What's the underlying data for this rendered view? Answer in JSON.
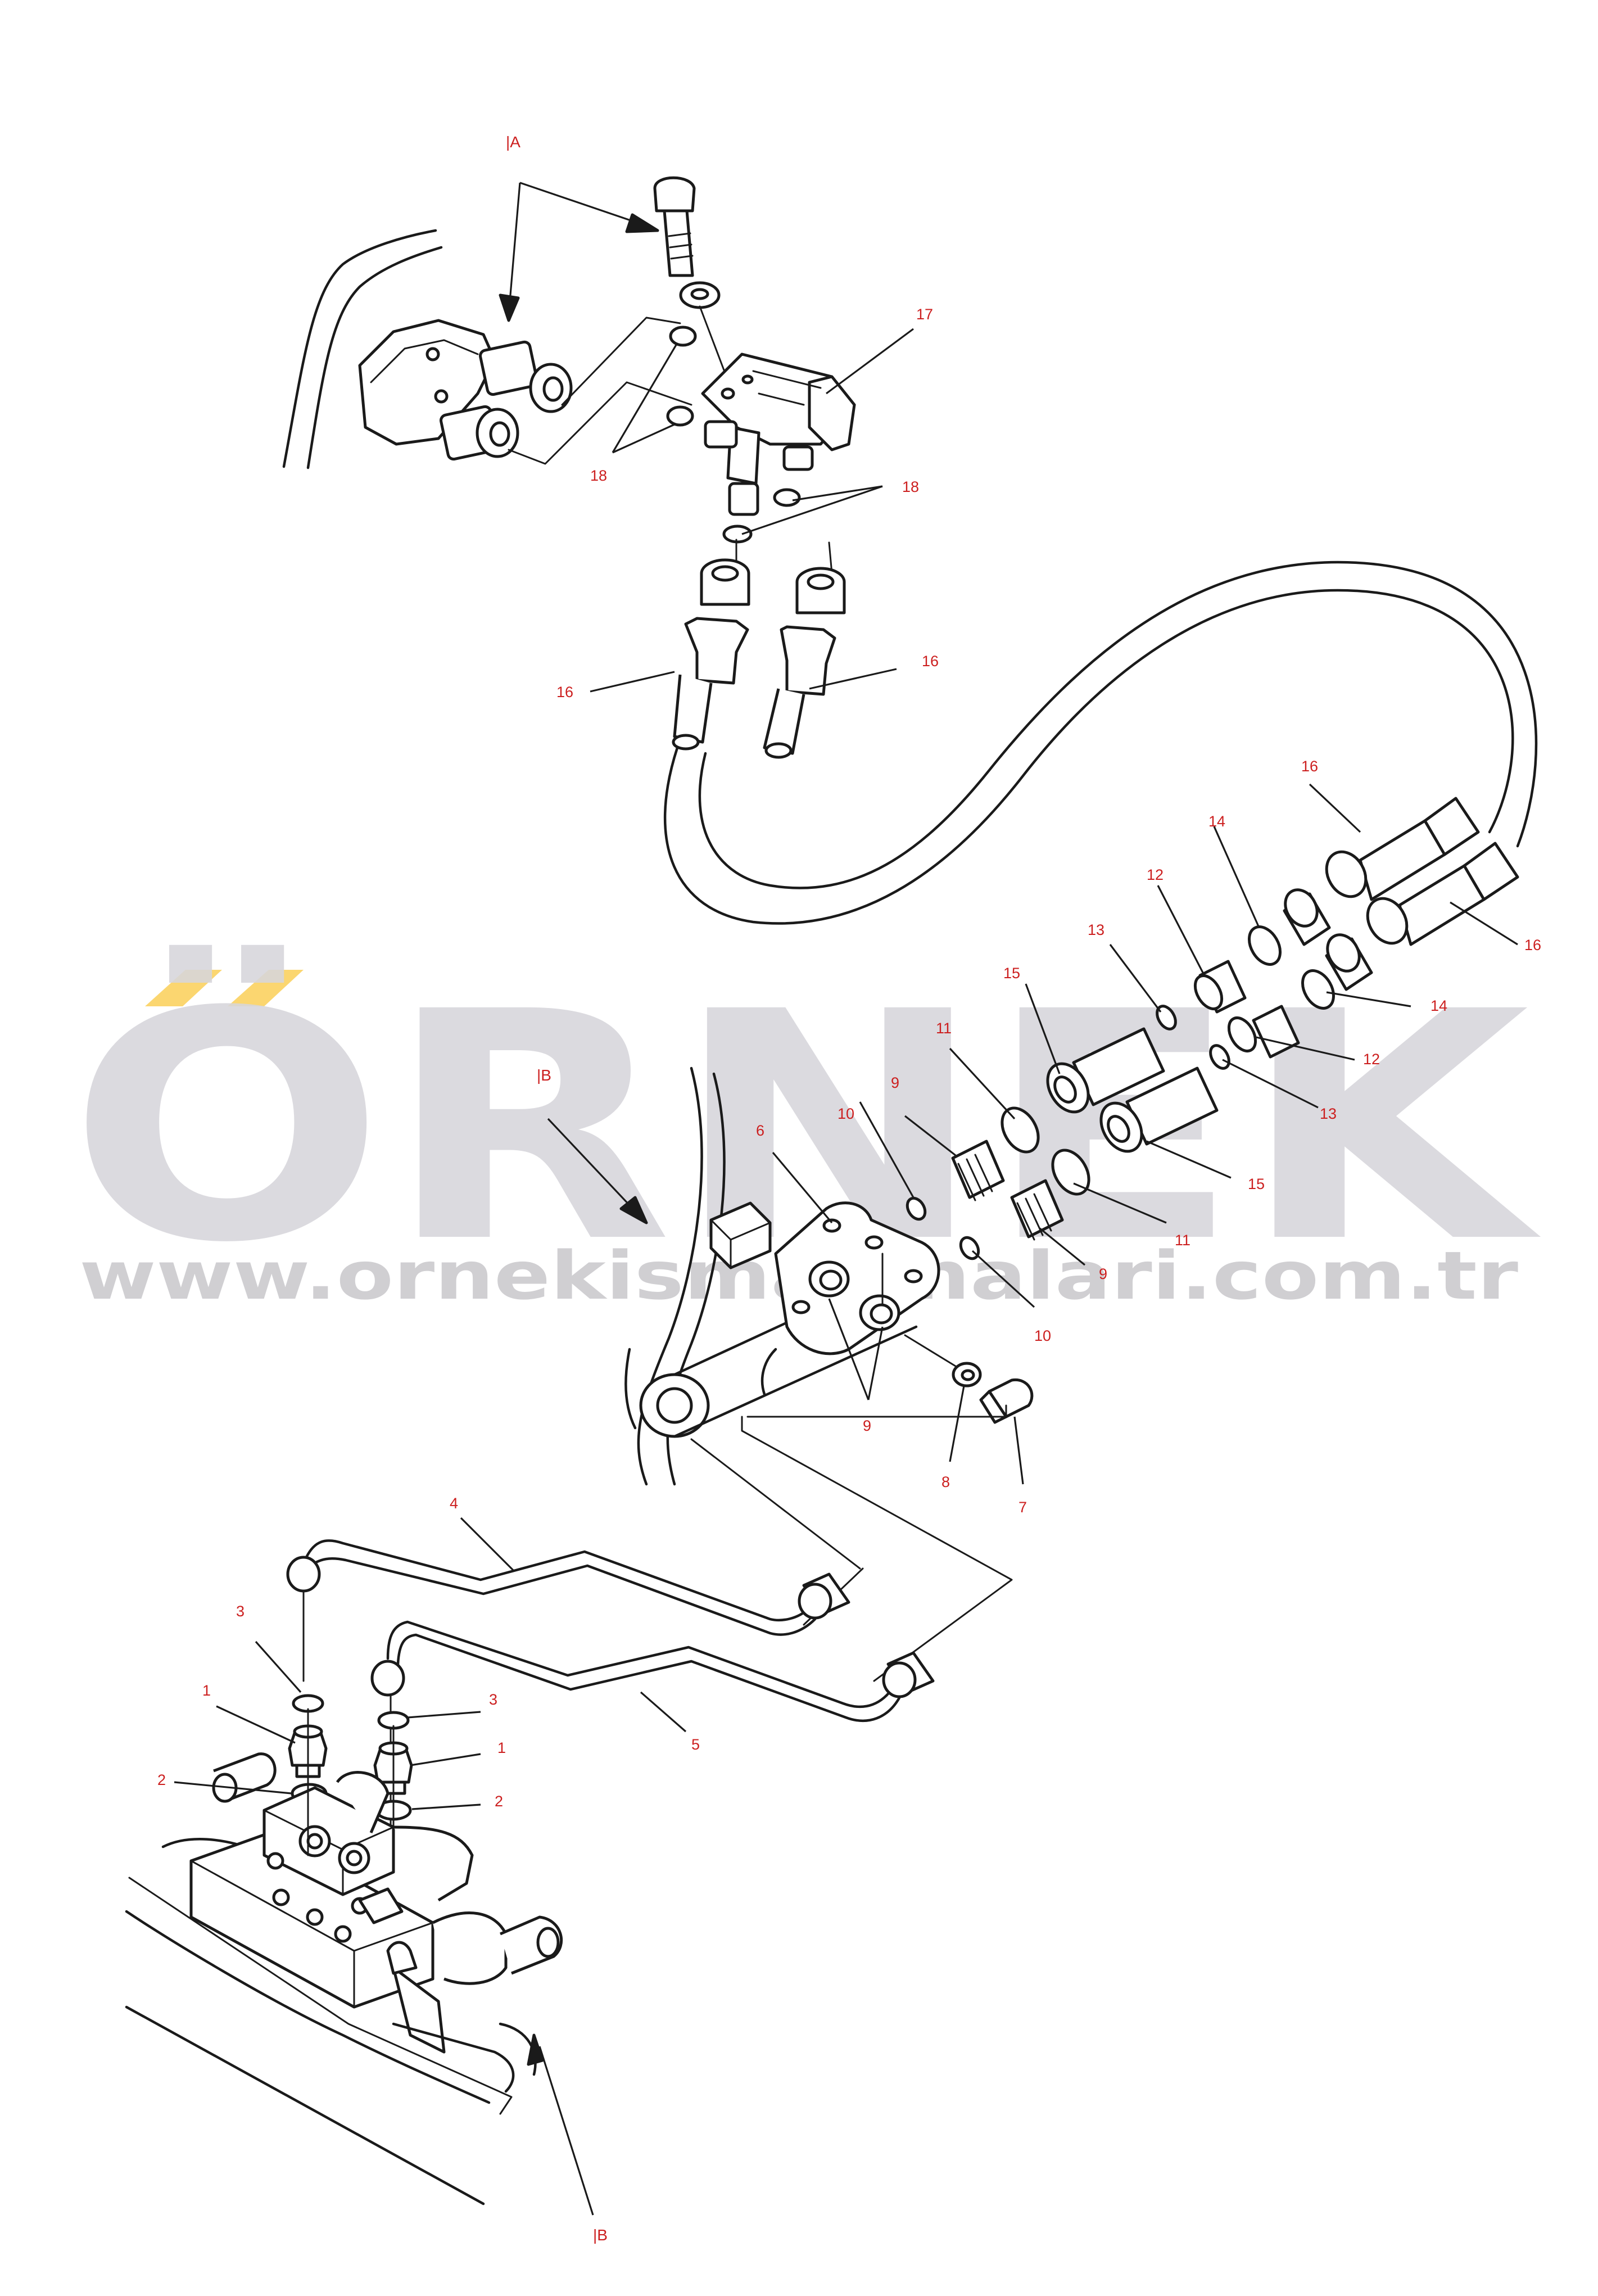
{
  "diagram": {
    "type": "exploded-parts-diagram",
    "view_refs": {
      "a_top": "|A",
      "b_middle": "|B",
      "b_bottom": "|B"
    },
    "callouts": {
      "c1_left": "1",
      "c1_right": "1",
      "c2_left": "2",
      "c2_right": "2",
      "c3_left": "3",
      "c3_right": "3",
      "c4": "4",
      "c5": "5",
      "c6": "6",
      "c7": "7",
      "c8": "8",
      "c9_upper": "9",
      "c9_lower": "9",
      "c9_bracket": "9",
      "c10_upper": "10",
      "c10_lower": "10",
      "c11_upper": "11",
      "c11_lower": "11",
      "c12_upper": "12",
      "c12_lower": "12",
      "c13_upper": "13",
      "c13_lower": "13",
      "c14_upper": "14",
      "c14_lower": "14",
      "c15_upper": "15",
      "c15_lower": "15",
      "c16_left": "16",
      "c16_mid": "16",
      "c16_right_upper": "16",
      "c16_right_lower": "16",
      "c17": "17",
      "c18_left": "18",
      "c18_right": "18"
    },
    "colors": {
      "callout_text": "#cc1f1f",
      "line_art": "#1a1a1a",
      "watermark": "#d7d6db",
      "watermark_accent": "#fbd670"
    }
  },
  "watermark": {
    "brand": "ÖRNEK",
    "url": "www.ornekismakinalari.com.tr"
  }
}
